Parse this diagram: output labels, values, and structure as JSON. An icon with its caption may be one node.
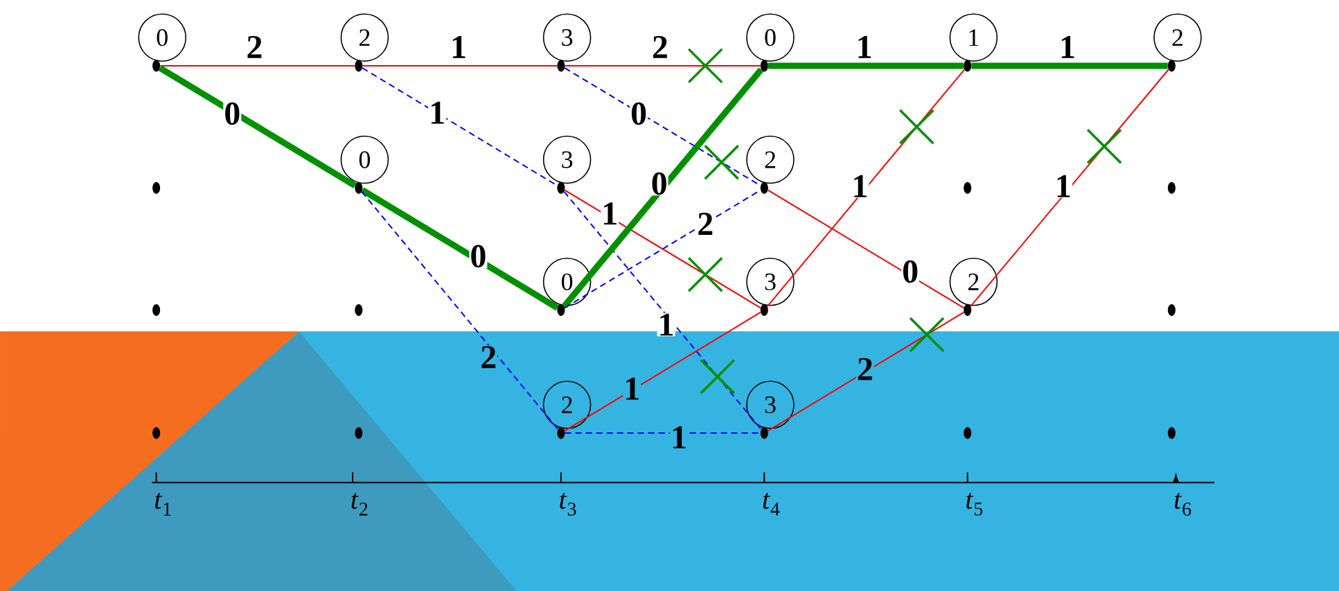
{
  "diagram": {
    "nodes": [
      {
        "text": [],
        "shape": "circle",
        "beside": [
          "0"
        ]
      },
      {
        "text": [],
        "shape": "circle",
        "beside": [
          "2"
        ]
      },
      {
        "text": [],
        "shape": "circle",
        "beside": [
          "3"
        ]
      },
      {
        "text": [],
        "shape": "circle",
        "beside": [
          "0"
        ]
      },
      {
        "text": [],
        "shape": "circle",
        "beside": [
          "1"
        ]
      },
      {
        "text": [],
        "shape": "circle",
        "beside": [
          "2"
        ]
      },
      {
        "text": [],
        "shape": "circle"
      },
      {
        "text": [],
        "shape": "circle",
        "beside": [
          "0"
        ]
      },
      {
        "text": [],
        "shape": "circle",
        "beside": [
          "3"
        ]
      },
      {
        "text": [],
        "shape": "circle",
        "beside": [
          "2"
        ]
      },
      {
        "text": [],
        "shape": "circle"
      },
      {
        "text": [],
        "shape": "circle"
      },
      {
        "text": [],
        "shape": "circle"
      },
      {
        "text": [],
        "shape": "circle"
      },
      {
        "text": [],
        "shape": "circle",
        "beside": [
          "0"
        ]
      },
      {
        "text": [],
        "shape": "circle",
        "beside": [
          "3"
        ]
      },
      {
        "text": [],
        "shape": "circle",
        "beside": [
          "2"
        ]
      },
      {
        "text": [],
        "shape": "circle"
      },
      {
        "text": [],
        "shape": "circle"
      },
      {
        "text": [],
        "shape": "circle"
      },
      {
        "text": [],
        "shape": "circle",
        "beside": [
          "2"
        ]
      },
      {
        "text": [],
        "shape": "circle",
        "beside": [
          "3"
        ]
      },
      {
        "text": [],
        "shape": "circle"
      },
      {
        "text": [],
        "shape": "circle"
      }
    ],
    "edges": [
      {
        "from": 0,
        "to": 1,
        "arrow": "none",
        "label": "2"
      },
      {
        "from": 0,
        "to": 7,
        "arrow": "none",
        "label": "0",
        "style": "thick",
        "color": "#009000"
      },
      {
        "from": 1,
        "to": 2,
        "arrow": "none",
        "label": "1"
      },
      {
        "from": 1,
        "to": 8,
        "arrow": "none",
        "label": "1",
        "style": "dashed",
        "color": "#0000ff"
      },
      {
        "from": 7,
        "to": 14,
        "arrow": "none",
        "label": "0",
        "style": "thick",
        "color": "#009000"
      },
      {
        "from": 7,
        "to": 20,
        "arrow": "none",
        "label": "2",
        "style": "dashed",
        "color": "#0000ff"
      },
      {
        "from": 2,
        "to": 3,
        "arrow": "none",
        "label": "2"
      },
      {
        "from": 2,
        "to": 9,
        "arrow": "none",
        "label": "0",
        "style": "dashed",
        "color": "#0000ff"
      },
      {
        "from": 8,
        "to": 15,
        "arrow": "none",
        "label": "1"
      },
      {
        "from": 8,
        "to": 21,
        "arrow": "none",
        "label": "1",
        "style": "dashed",
        "color": "#0000ff"
      },
      {
        "from": 14,
        "to": 3,
        "arrow": "none",
        "label": "0",
        "style": "thick",
        "color": "#009000"
      },
      {
        "from": 14,
        "to": 9,
        "arrow": "none",
        "label": "2",
        "style": "dashed",
        "color": "#0000ff"
      },
      {
        "from": 20,
        "to": 15,
        "arrow": "none",
        "label": "1"
      },
      {
        "from": 20,
        "to": 21,
        "arrow": "none",
        "label": "1",
        "style": "dashed",
        "color": "#0000ff"
      },
      {
        "from": 3,
        "to": 4,
        "arrow": "none",
        "label": "1",
        "style": "thick",
        "color": "#009000"
      },
      {
        "from": 15,
        "to": 4,
        "arrow": "none",
        "label": "1"
      },
      {
        "from": 9,
        "to": 16,
        "arrow": "none",
        "label": "0"
      },
      {
        "from": 21,
        "to": 16,
        "arrow": "none",
        "label": "2"
      },
      {
        "from": 4,
        "to": 5,
        "arrow": "none",
        "label": "1",
        "style": "thick",
        "color": "#009000"
      },
      {
        "from": 16,
        "to": 5,
        "arrow": "none",
        "label": "1"
      }
    ],
    "labels": [
      "*t*$_{1}$",
      "*t*$_{2}$",
      "*t*$_{3}$",
      "*t*$_{4}$",
      "*t*$_{5}$",
      "*t*$_{6}$"
    ]
  }
}
